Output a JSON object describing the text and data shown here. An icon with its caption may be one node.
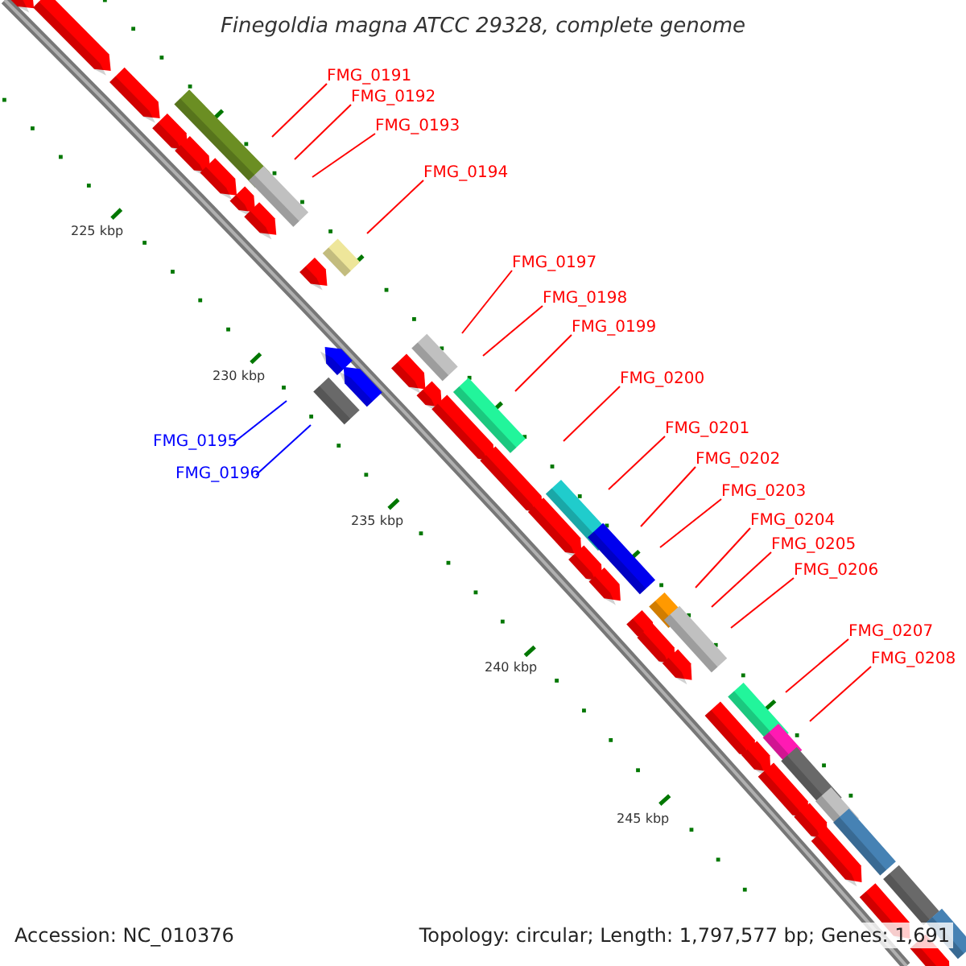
{
  "diagram": {
    "title": "Finegoldia magna ATCC 29328, complete genome",
    "nodes": [
      {
        "text": [
          "FMG_0191"
        ]
      },
      {
        "text": [
          "FMG_0192"
        ]
      },
      {
        "text": [
          "FMG_0193"
        ]
      },
      {
        "text": [
          "FMG_0194"
        ]
      },
      {
        "text": [
          "FMG_0195"
        ]
      },
      {
        "text": [
          "FMG_0196"
        ]
      },
      {
        "text": [
          "FMG_0197"
        ]
      },
      {
        "text": [
          "FMG_0198"
        ]
      },
      {
        "text": [
          "FMG_0199"
        ]
      },
      {
        "text": [
          "FMG_0200"
        ]
      },
      {
        "text": [
          "FMG_0201"
        ]
      },
      {
        "text": [
          "FMG_0202"
        ]
      },
      {
        "text": [
          "FMG_0203"
        ]
      },
      {
        "text": [
          "FMG_0204"
        ]
      },
      {
        "text": [
          "FMG_0205"
        ]
      },
      {
        "text": [
          "FMG_0206"
        ]
      },
      {
        "text": [
          "FMG_0207"
        ]
      },
      {
        "text": [
          "FMG_0208"
        ]
      }
    ],
    "edges": [
      {
        "from": 0,
        "to": null,
        "arrow": "none"
      },
      {
        "from": 1,
        "to": null,
        "arrow": "none"
      },
      {
        "from": 2,
        "to": null,
        "arrow": "none"
      },
      {
        "from": 3,
        "to": null,
        "arrow": "none"
      },
      {
        "from": 4,
        "to": null,
        "arrow": "none",
        "color": "#0000ff"
      },
      {
        "from": 5,
        "to": null,
        "arrow": "none",
        "color": "#0000ff"
      },
      {
        "from": 6,
        "to": null,
        "arrow": "none"
      },
      {
        "from": 7,
        "to": null,
        "arrow": "none"
      },
      {
        "from": 8,
        "to": null,
        "arrow": "none"
      },
      {
        "from": 9,
        "to": null,
        "arrow": "none"
      },
      {
        "from": 10,
        "to": null,
        "arrow": "none"
      },
      {
        "from": 11,
        "to": null,
        "arrow": "none"
      },
      {
        "from": 12,
        "to": null,
        "arrow": "none"
      },
      {
        "from": 13,
        "to": null,
        "arrow": "none"
      },
      {
        "from": 14,
        "to": null,
        "arrow": "none"
      },
      {
        "from": 15,
        "to": null,
        "arrow": "none"
      },
      {
        "from": 16,
        "to": null,
        "arrow": "none"
      },
      {
        "from": 17,
        "to": null,
        "arrow": "none"
      }
    ],
    "labels": [
      "225 kbp",
      "230 kbp",
      "235 kbp",
      "240 kbp",
      "245 kbp",
      "Accession: NC_010376",
      "Topology: circular; Length: 1,797,577 bp; Genes: 1,691"
    ]
  }
}
